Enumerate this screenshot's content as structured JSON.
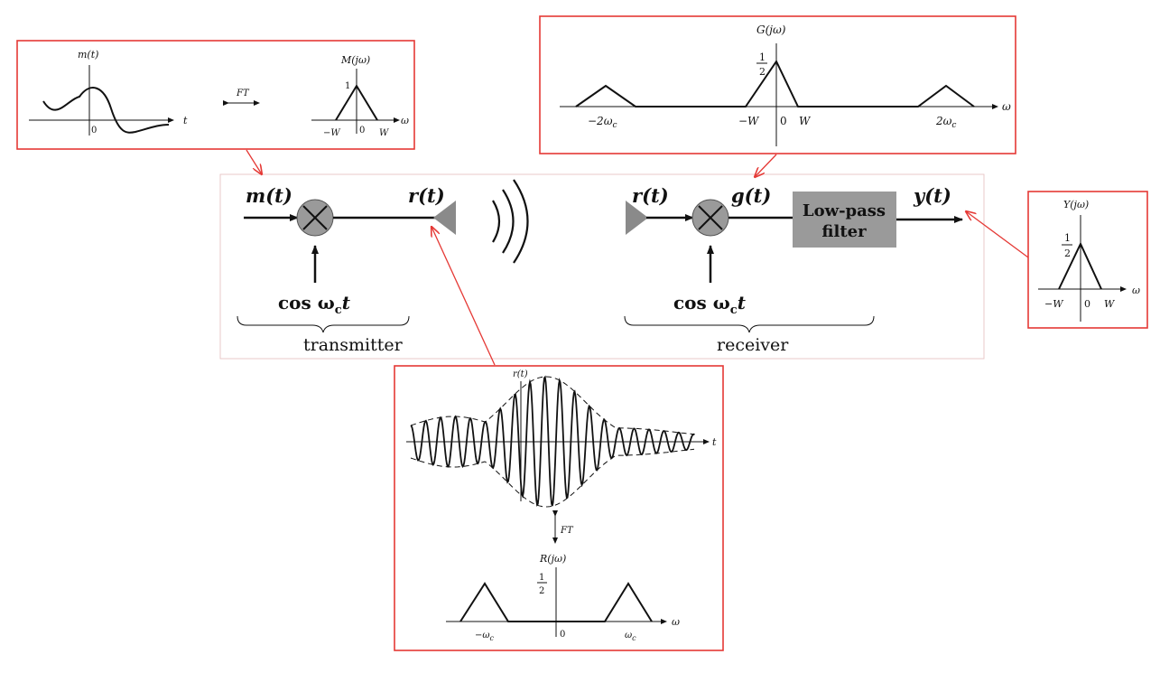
{
  "colors": {
    "callout": "#e53935",
    "block_fill": "#9a9a9a",
    "line": "#111111",
    "frame": "#e9c9c9"
  },
  "system": {
    "tx_input": "m(t)",
    "tx_output": "r(t)",
    "tx_carrier": "cos ω",
    "tx_carrier_sub": "c",
    "tx_carrier_t": "t",
    "tx_label": "transmitter",
    "rx_input": "r(t)",
    "rx_mixed": "g(t)",
    "rx_output": "y(t)",
    "rx_carrier": "cos ω",
    "rx_carrier_sub": "c",
    "rx_carrier_t": "t",
    "rx_label": "receiver",
    "lpf_line1": "Low-pass",
    "lpf_line2": "filter"
  },
  "panel_m": {
    "time_title": "m(t)",
    "time_axis": "t",
    "time_zero": "0",
    "ft": "FT",
    "freq_title": "M(jω)",
    "freq_peak": "1",
    "freq_axis": "ω",
    "freq_neg": "−W",
    "freq_zero": "0",
    "freq_pos": "W",
    "spectrum": [
      {
        "w": -1,
        "amp": 0
      },
      {
        "w": 0,
        "amp": 1
      },
      {
        "w": 1,
        "amp": 0
      }
    ]
  },
  "panel_g": {
    "title": "G(jω)",
    "peak_num": "1",
    "peak_den": "2",
    "axis": "ω",
    "tick_neg2wc": "−2ω",
    "tick_neg2wc_sub": "c",
    "tick_negw": "−W",
    "tick_zero": "0",
    "tick_w": "W",
    "tick_2wc": "2ω",
    "tick_2wc_sub": "c",
    "peaks": [
      {
        "center": "-2ωc",
        "amp": 0.25
      },
      {
        "center": "0",
        "amp": 0.5
      },
      {
        "center": "2ωc",
        "amp": 0.25
      }
    ]
  },
  "panel_y": {
    "title": "Y(jω)",
    "peak_num": "1",
    "peak_den": "2",
    "axis": "ω",
    "tick_neg": "−W",
    "tick_zero": "0",
    "tick_pos": "W",
    "spectrum": [
      {
        "w": -1,
        "amp": 0
      },
      {
        "w": 0,
        "amp": 0.5
      },
      {
        "w": 1,
        "amp": 0
      }
    ]
  },
  "panel_r": {
    "time_title": "r(t)",
    "time_axis": "t",
    "ft": "FT",
    "freq_title": "R(jω)",
    "peak_num": "1",
    "peak_den": "2",
    "freq_axis": "ω",
    "tick_negwc": "−ω",
    "tick_negwc_sub": "c",
    "tick_zero": "0",
    "tick_wc": "ω",
    "tick_wc_sub": "c",
    "peaks": [
      {
        "center": "-ωc",
        "amp": 0.5
      },
      {
        "center": "ωc",
        "amp": 0.5
      }
    ]
  }
}
